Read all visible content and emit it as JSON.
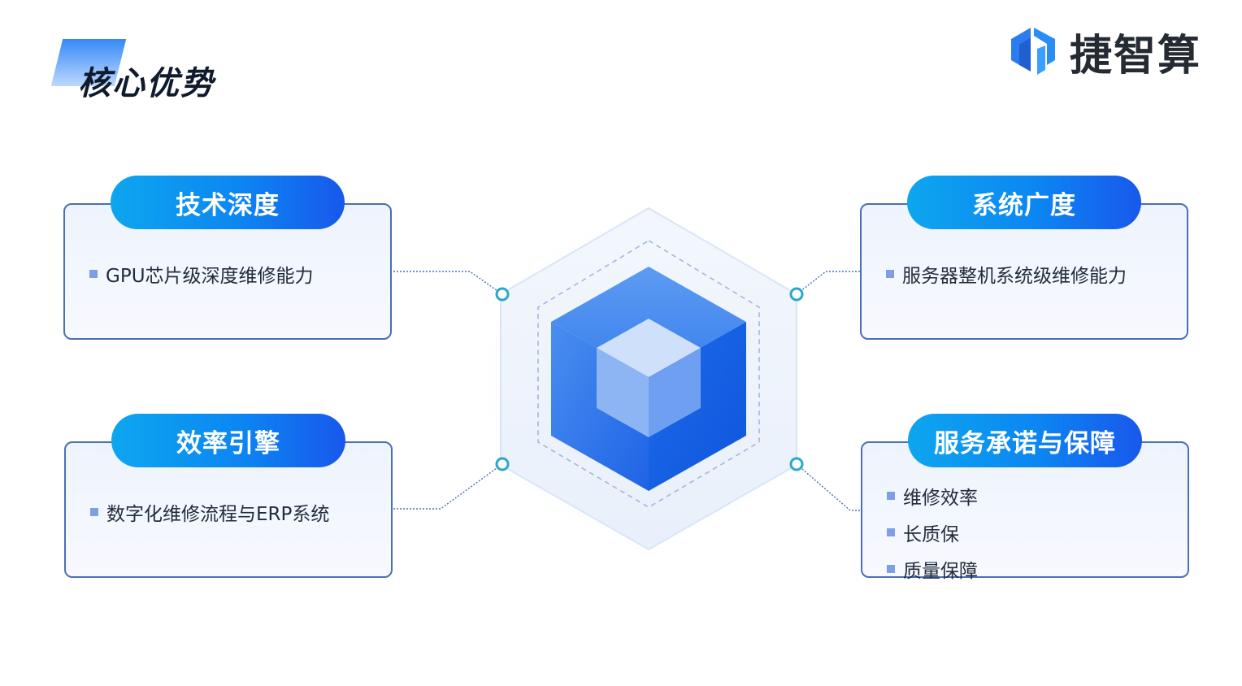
{
  "header": {
    "title": "核心优势",
    "logo_text": "捷智算"
  },
  "cards": [
    {
      "title": "技术深度",
      "items": [
        "GPU芯片级深度维修能力"
      ]
    },
    {
      "title": "系统广度",
      "items": [
        "服务器整机系统级维修能力"
      ]
    },
    {
      "title": "效率引擎",
      "items": [
        "数字化维修流程与ERP系统"
      ]
    },
    {
      "title": "服务承诺与保障",
      "items": [
        "维修效率",
        "长质保",
        "质量保障"
      ]
    }
  ],
  "colors": {
    "accent": "#0c86f2",
    "accent_dark": "#1858ec",
    "card_border": "#4a6fb5",
    "bullet": "#7f9ee6",
    "node": "#2aa8c8"
  }
}
